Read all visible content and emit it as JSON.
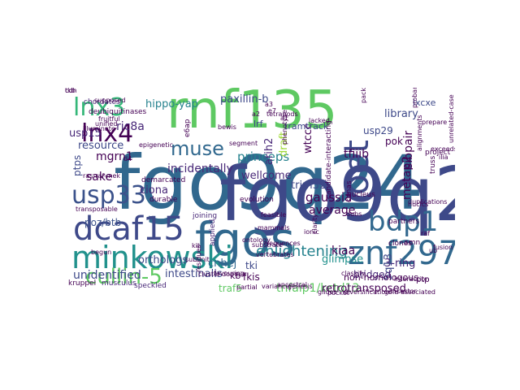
{
  "words": [
    {
      "text": "fgo9q24",
      "color": "#31688e"
    },
    {
      "text": "fgo9q24",
      "color": "#3e4989"
    },
    {
      "text": "rnf135",
      "color": "#5ec962"
    },
    {
      "text": "fgos",
      "color": "#31688e"
    },
    {
      "text": "minkowski",
      "color": "#21918c"
    },
    {
      "text": "znf297b",
      "color": "#31688e"
    },
    {
      "text": "oet",
      "color": "#3e4989"
    },
    {
      "text": "bdp1",
      "color": "#31688e"
    },
    {
      "text": "dcaf15",
      "color": "#3e4989"
    },
    {
      "text": "lnx3",
      "color": "#35b779"
    },
    {
      "text": "lnx4",
      "color": "#440154"
    },
    {
      "text": "cullin-5",
      "color": "#5ec962"
    },
    {
      "text": "usp33",
      "color": "#3b528b"
    },
    {
      "text": "muse",
      "color": "#31688e"
    },
    {
      "text": "enlightening",
      "color": "#26828e"
    },
    {
      "text": "paxillin-b",
      "color": "#3e4989"
    },
    {
      "text": "hippo-yap",
      "color": "#26828e"
    },
    {
      "text": "ric8a",
      "color": "#482878"
    },
    {
      "text": "incidentally",
      "color": "#482878"
    },
    {
      "text": "resource",
      "color": "#3e4989"
    },
    {
      "text": "mgrn1",
      "color": "#440154"
    },
    {
      "text": "sake",
      "color": "#440154"
    },
    {
      "text": "ptps",
      "color": "#3e4989"
    },
    {
      "text": "usp15",
      "color": "#482878"
    },
    {
      "text": "princeps",
      "color": "#26828e"
    },
    {
      "text": "wellcome",
      "color": "#482878"
    },
    {
      "text": "trim32",
      "color": "#3e4989"
    },
    {
      "text": "tfiiib",
      "color": "#440154"
    },
    {
      "text": "pok",
      "color": "#440154"
    },
    {
      "text": "gaussia",
      "color": "#440154"
    },
    {
      "text": "average",
      "color": "#440154"
    },
    {
      "text": "ciona",
      "color": "#482878"
    },
    {
      "text": "poz/btb",
      "color": "#3b528b"
    },
    {
      "text": "orthologs",
      "color": "#3e4989"
    },
    {
      "text": "unidentified",
      "color": "#3e4989"
    },
    {
      "text": "intestinalis",
      "color": "#3e4989"
    },
    {
      "text": "cnhej",
      "color": "#31688e"
    },
    {
      "text": "tnfaip1/kctd13",
      "color": "#5ec962"
    },
    {
      "text": "retrotransposed",
      "color": "#440154"
    },
    {
      "text": "3-ring",
      "color": "#482878"
    },
    {
      "text": "5q13",
      "color": "#3e4989"
    },
    {
      "text": "metap2",
      "color": "#440154"
    },
    {
      "text": "sibpair",
      "color": "#440154"
    },
    {
      "text": "library",
      "color": "#3e4989"
    },
    {
      "text": "usp29",
      "color": "#3e4989"
    },
    {
      "text": "lxcxe",
      "color": "#3e4989"
    },
    {
      "text": "kiaa",
      "color": "#440154"
    },
    {
      "text": "glimpse",
      "color": "#21918c"
    },
    {
      "text": "bridged",
      "color": "#482878"
    },
    {
      "text": "tki",
      "color": "#3e4989"
    },
    {
      "text": "traf5",
      "color": "#5ec962"
    },
    {
      "text": "fkis",
      "color": "#440154"
    },
    {
      "text": "non-homologous",
      "color": "#440154"
    },
    {
      "text": "arih2",
      "color": "#482878"
    },
    {
      "text": "wtccc",
      "color": "#440154"
    },
    {
      "text": "lrf",
      "color": "#3e4989"
    },
    {
      "text": "draft",
      "color": "#a0da39"
    },
    {
      "text": "kb",
      "color": "#440154"
    },
    {
      "text": "ptp",
      "color": "#440154"
    },
    {
      "text": "chordates",
      "color": "#482878"
    },
    {
      "text": "tramtrack",
      "color": "#3e4989"
    },
    {
      "text": "speckled",
      "color": "#482878"
    },
    {
      "text": "kruppel",
      "color": "#440154"
    },
    {
      "text": "musculus",
      "color": "#482878"
    },
    {
      "text": "demarcated",
      "color": "#440154"
    },
    {
      "text": "durable",
      "color": "#440154"
    },
    {
      "text": "joining",
      "color": "#482878"
    },
    {
      "text": "evolution",
      "color": "#440154"
    },
    {
      "text": "applied",
      "color": "#482878"
    },
    {
      "text": "smn",
      "color": "#440154"
    },
    {
      "text": "ras-raf-mek",
      "color": "#440154"
    },
    {
      "text": "clones",
      "color": "#440154"
    },
    {
      "text": "partners",
      "color": "#440154"
    },
    {
      "text": "project",
      "color": "#440154"
    },
    {
      "text": "dubs",
      "color": "#440154"
    },
    {
      "text": "ub",
      "color": "#440154"
    },
    {
      "text": "ancestor",
      "color": "#440154"
    },
    {
      "text": "fruitful",
      "color": "#440154"
    },
    {
      "text": "illuminate",
      "color": "#440154"
    },
    {
      "text": "unified",
      "color": "#440154"
    },
    {
      "text": "favouring",
      "color": "#440154"
    },
    {
      "text": "nucleus",
      "color": "#440154"
    },
    {
      "text": "bewis",
      "color": "#440154"
    },
    {
      "text": "cdnas",
      "color": "#440154"
    },
    {
      "text": "truss",
      "color": "#440154"
    },
    {
      "text": "begun",
      "color": "#440154"
    },
    {
      "text": "supposed",
      "color": "#440154"
    },
    {
      "text": "lacked",
      "color": "#440154"
    },
    {
      "text": "e6ap",
      "color": "#440154"
    },
    {
      "text": "nuclcs",
      "color": "#440154"
    },
    {
      "text": "exceeds",
      "color": "#440154"
    },
    {
      "text": "unrelated-case",
      "color": "#440154"
    },
    {
      "text": "candidate-interacting",
      "color": "#440154"
    },
    {
      "text": "substrate",
      "color": "#440154"
    },
    {
      "text": "deubiquitinases",
      "color": "#440154"
    },
    {
      "text": "duplications",
      "color": "#440154"
    },
    {
      "text": "alignments",
      "color": "#440154"
    },
    {
      "text": "genesis",
      "color": "#440154"
    },
    {
      "text": "transposable",
      "color": "#440154"
    },
    {
      "text": "diversification",
      "color": "#440154"
    },
    {
      "text": "gold-associated",
      "color": "#440154"
    },
    {
      "text": "phenotype",
      "color": "#440154"
    },
    {
      "text": "feasible",
      "color": "#440154"
    },
    {
      "text": "interaction",
      "color": "#440154"
    },
    {
      "text": "ancestral",
      "color": "#440154"
    },
    {
      "text": "packets",
      "color": "#440154"
    },
    {
      "text": "prepare",
      "color": "#440154"
    },
    {
      "text": "ontology",
      "color": "#440154"
    },
    {
      "text": "epigenetic",
      "color": "#440154"
    },
    {
      "text": "classify",
      "color": "#440154"
    },
    {
      "text": "probands",
      "color": "#440154"
    },
    {
      "text": "ionic",
      "color": "#440154"
    },
    {
      "text": "d4",
      "color": "#440154"
    },
    {
      "text": "glides",
      "color": "#440154"
    },
    {
      "text": "clarity",
      "color": "#440154"
    },
    {
      "text": "partial",
      "color": "#440154"
    },
    {
      "text": "sequences",
      "color": "#440154"
    },
    {
      "text": "domain",
      "color": "#440154"
    },
    {
      "text": "pocket",
      "color": "#440154"
    },
    {
      "text": "variance",
      "color": "#440154"
    },
    {
      "text": "subunit",
      "color": "#440154"
    },
    {
      "text": "residues",
      "color": "#440154"
    },
    {
      "text": "segment",
      "color": "#440154"
    },
    {
      "text": "vertebrates",
      "color": "#440154"
    },
    {
      "text": "mammals",
      "color": "#440154"
    },
    {
      "text": "fusion",
      "color": "#440154"
    },
    {
      "text": "cluster",
      "color": "#440154"
    },
    {
      "text": "tetrapods",
      "color": "#440154"
    },
    {
      "text": "a1",
      "color": "#440154"
    },
    {
      "text": "a2",
      "color": "#440154"
    },
    {
      "text": "a3",
      "color": "#440154"
    },
    {
      "text": "e7",
      "color": "#440154"
    },
    {
      "text": "ilia",
      "color": "#440154"
    },
    {
      "text": "raf",
      "color": "#440154"
    },
    {
      "text": "kit",
      "color": "#440154"
    },
    {
      "text": "cdh",
      "color": "#440154"
    },
    {
      "text": "tkb",
      "color": "#440154"
    }
  ]
}
